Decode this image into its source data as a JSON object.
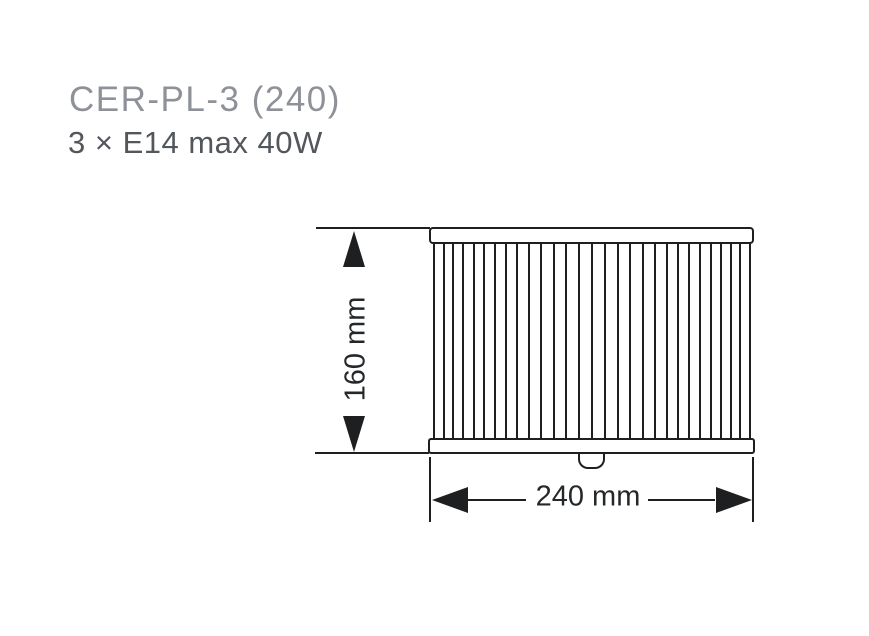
{
  "product": {
    "model": "CER-PL-3 (240)",
    "spec": "3 × E14 max 40W"
  },
  "diagram": {
    "type": "ceiling-lamp-technical-drawing",
    "height_label": "160 mm",
    "width_label": "240 mm",
    "height_value_mm": 160,
    "width_value_mm": 240,
    "pleat_count": 29
  },
  "colors": {
    "line": "#1d1f21",
    "title_text": "#8e9298",
    "spec_text": "#53575c",
    "dimension_text": "#25282b",
    "background": "#ffffff"
  }
}
